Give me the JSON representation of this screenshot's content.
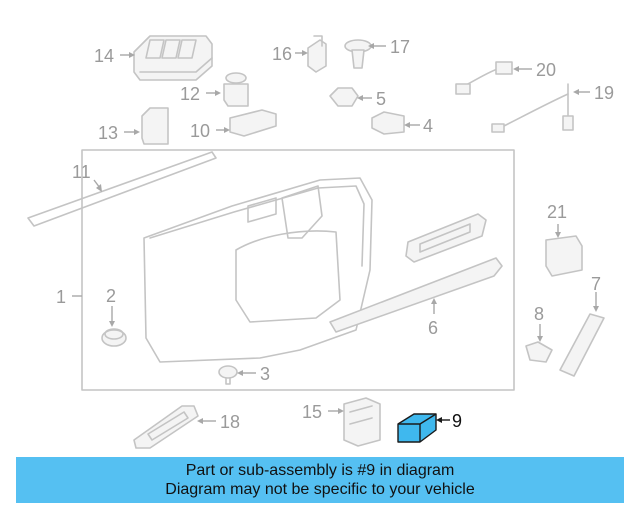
{
  "diagram": {
    "callouts": [
      "14",
      "16",
      "17",
      "12",
      "5",
      "20",
      "19",
      "13",
      "10",
      "4",
      "11",
      "21",
      "1",
      "2",
      "7",
      "6",
      "8",
      "3",
      "18",
      "15",
      "9"
    ],
    "highlighted_part": "9",
    "highlight_color": "#3fb8ee",
    "line_color": "#c4c4c4"
  },
  "banner": {
    "line1": "Part or sub-assembly is #9 in diagram",
    "line2": "Diagram may not be specific to your vehicle",
    "background": "#55c0f2"
  }
}
